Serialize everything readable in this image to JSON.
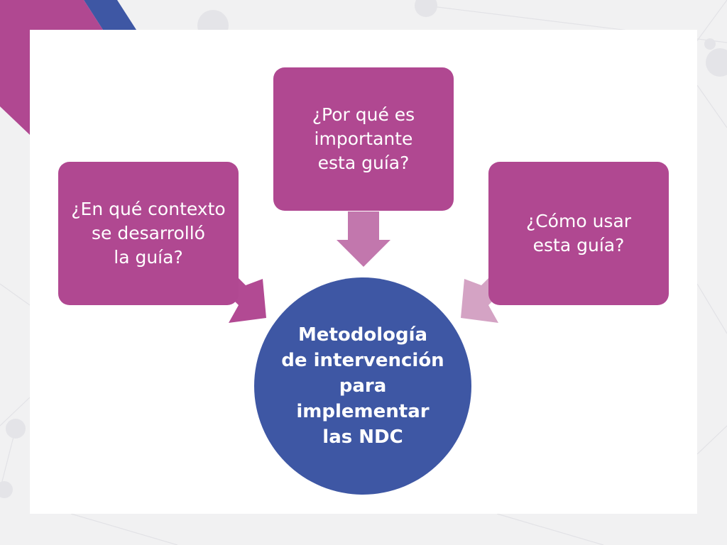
{
  "diagram": {
    "center": {
      "text": "Metodología\nde intervención\npara\nimplementar\nlas NDC"
    },
    "nodes": [
      {
        "id": "left",
        "text": "¿En qué contexto\nse desarrolló\nla guía?"
      },
      {
        "id": "top",
        "text": "¿Por qué es\nimportante\nesta guía?"
      },
      {
        "id": "right",
        "text": "¿Cómo usar\nesta guía?"
      }
    ]
  },
  "colors": {
    "box": "#b04891",
    "circle": "#3e57a4",
    "arrow_dark": "#b24a93",
    "arrow_mid": "#c277ad",
    "arrow_light": "#d4a3c4",
    "accent_blue": "#3e57a4",
    "accent_magenta": "#b04891",
    "background": "#f1f1f2",
    "panel": "#ffffff"
  }
}
